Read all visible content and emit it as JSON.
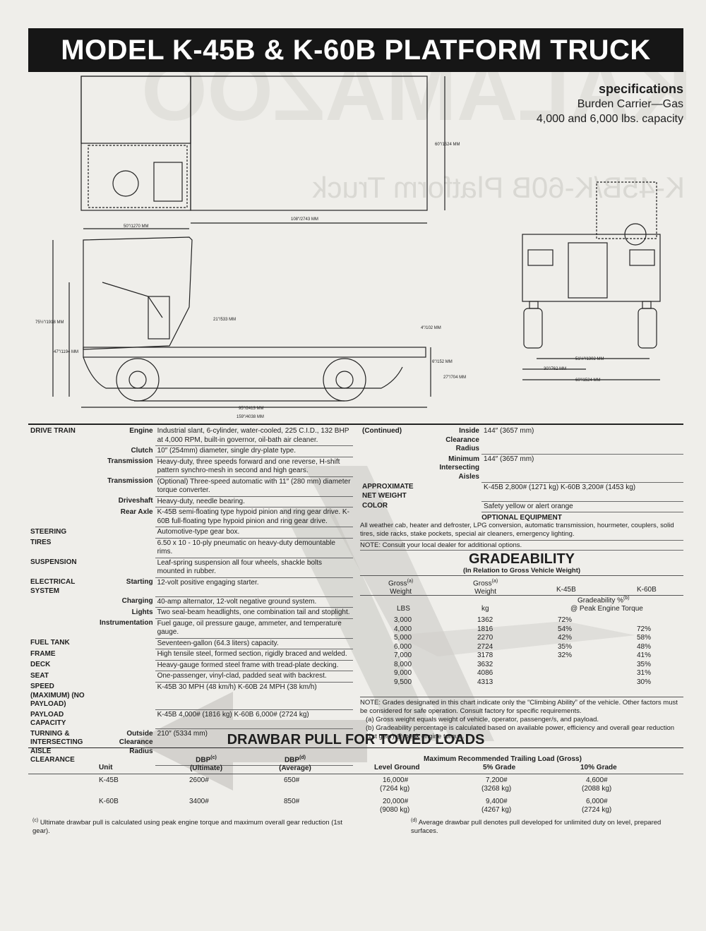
{
  "title": "MODEL K-45B & K-60B PLATFORM TRUCK",
  "specs_header": {
    "heading": "specifications",
    "line1": "Burden Carrier—Gas",
    "line2": "4,000 and 6,000 lbs. capacity"
  },
  "watermark": {
    "logo_text": "KALAMAZOO",
    "mirrored_text": "K-45B/K-60B Platform Truck"
  },
  "diagram": {
    "top_length": "60″/1524 MM",
    "deck_length": "108″/2743 MM",
    "cab_length": "50″/1270 MM",
    "height_overall": "75½″/1918 MM",
    "height_cab": "47″/1194 MM",
    "seat_height": "21″/533 MM",
    "deck_thickness": "4″/102 MM",
    "ground_clear": "6″/152 MM",
    "deck_height": "27″/704 MM",
    "wheelbase": "95″/2413 MM",
    "overall_length": "159″/4038 MM",
    "front_tread1": "51½″/1302 MM",
    "front_tread2": "30″/762 MM",
    "front_width": "60″/1524 MM"
  },
  "left_specs": [
    {
      "cat": "DRIVE TRAIN",
      "sub": "Engine",
      "val": "Industrial slant, 6-cylinder, water-cooled, 225 C.I.D., 132 BHP at 4,000 RPM, built-in governor, oil-bath air cleaner."
    },
    {
      "cat": "",
      "sub": "Clutch",
      "val": "10″ (254mm) diameter, single dry-plate type."
    },
    {
      "cat": "",
      "sub": "Transmission",
      "val": "Heavy-duty, three speeds forward and one reverse, H-shift pattern synchro-mesh in second and high gears."
    },
    {
      "cat": "",
      "sub": "Transmission",
      "val": "(Optional) Three-speed automatic with 11″ (280 mm) diameter torque converter."
    },
    {
      "cat": "",
      "sub": "Driveshaft",
      "val": "Heavy-duty, needle bearing."
    },
    {
      "cat": "",
      "sub": "Rear Axle",
      "val": "K-45B semi-floating type hypoid pinion and ring gear drive. K-60B full-floating type hypoid pinion and ring gear drive."
    },
    {
      "cat": "STEERING",
      "sub": "",
      "val": "Automotive-type gear box."
    },
    {
      "cat": "TIRES",
      "sub": "",
      "val": "6.50 x 10 - 10-ply pneumatic on heavy-duty demountable rims."
    },
    {
      "cat": "SUSPENSION",
      "sub": "",
      "val": "Leaf-spring suspension all four wheels, shackle bolts mounted in rubber."
    },
    {
      "cat": "ELECTRICAL SYSTEM",
      "sub": "Starting",
      "val": "12-volt positive engaging starter."
    },
    {
      "cat": "",
      "sub": "Charging",
      "val": "40-amp alternator, 12-volt negative ground system."
    },
    {
      "cat": "",
      "sub": "Lights",
      "val": "Two seal-beam headlights, one combination tail and stoplight."
    },
    {
      "cat": "",
      "sub": "Instrumentation",
      "val": "Fuel gauge, oil pressure gauge, ammeter, and temperature gauge."
    },
    {
      "cat": "FUEL TANK",
      "sub": "",
      "val": "Seventeen-gallon (64.3 liters) capacity."
    },
    {
      "cat": "FRAME",
      "sub": "",
      "val": "High tensile steel, formed section, rigidly braced and welded."
    },
    {
      "cat": "DECK",
      "sub": "",
      "val": "Heavy-gauge formed steel frame with tread-plate decking."
    },
    {
      "cat": "SEAT",
      "sub": "",
      "val": "One-passenger, vinyl-clad, padded seat with backrest."
    },
    {
      "cat": "SPEED (MAXIMUM) (NO PAYLOAD)",
      "sub": "",
      "val": "K-45B 30 MPH (48 km/h) K-60B 24 MPH (38 km/h)"
    },
    {
      "cat": "PAYLOAD CAPACITY",
      "sub": "",
      "val": "K-45B 4,000# (1816 kg) K-60B 6,000# (2724 kg)"
    },
    {
      "cat": "TURNING & INTERSECTING AISLE CLEARANCE",
      "sub": "Outside Clearance Radius",
      "val": "210″ (5334 mm)"
    }
  ],
  "right_specs": [
    {
      "cat": "(Continued)",
      "sub": "Inside Clearance Radius",
      "val": "144″ (3657 mm)"
    },
    {
      "cat": "",
      "sub": "Minimum Intersecting Aisles",
      "val": "144″ (3657 mm)"
    },
    {
      "cat": "APPROXIMATE NET WEIGHT",
      "sub": "",
      "val": "K-45B 2,800# (1271 kg) K-60B 3,200# (1453 kg)"
    },
    {
      "cat": "COLOR",
      "sub": "",
      "val": "Safety yellow or alert orange"
    }
  ],
  "optional_equipment": {
    "heading": "OPTIONAL EQUIPMENT",
    "text": "All weather cab, heater and defroster, LPG conversion, automatic transmission, hourmeter, couplers, solid tires, side racks, stake pockets, special air cleaners, emergency lighting.",
    "note": "NOTE: Consult your local dealer for additional options."
  },
  "gradeability": {
    "heading": "GRADEABILITY",
    "subheading": "(In Relation to Gross Vehicle Weight)",
    "col_gross_weight": "Gross",
    "col_gross_weight_sup": "(a)",
    "col_weight": "Weight",
    "col_k45b": "K-45B",
    "col_k60b": "K-60B",
    "grade_label": "Gradeability %",
    "grade_sup": "(b)",
    "grade_label2": "@ Peak Engine Torque",
    "unit_lbs": "LBS",
    "unit_kg": "kg",
    "rows": [
      {
        "lbs": "3,000",
        "kg": "1362",
        "k45b": "72%",
        "k60b": ""
      },
      {
        "lbs": "4,000",
        "kg": "1816",
        "k45b": "54%",
        "k60b": "72%"
      },
      {
        "lbs": "5,000",
        "kg": "2270",
        "k45b": "42%",
        "k60b": "58%"
      },
      {
        "lbs": "6,000",
        "kg": "2724",
        "k45b": "35%",
        "k60b": "48%"
      },
      {
        "lbs": "7,000",
        "kg": "3178",
        "k45b": "32%",
        "k60b": "41%"
      },
      {
        "lbs": "8,000",
        "kg": "3632",
        "k45b": "",
        "k60b": "35%"
      },
      {
        "lbs": "9,000",
        "kg": "4086",
        "k45b": "",
        "k60b": "31%"
      },
      {
        "lbs": "9,500",
        "kg": "4313",
        "k45b": "",
        "k60b": "30%"
      }
    ],
    "note": "NOTE: Grades designated in this chart indicate only the “Climbing Ability” of the vehicle. Other factors must be considered for safe operation. Consult factory for specific requirements.",
    "note_a": "(a) Gross weight equals weight of vehicle, operator, passenger/s, and payload.",
    "note_b": "(b) Gradeability percentage is calculated based on available power, efficiency and overall gear reduction (1st gear) @ peak engine torque."
  },
  "drawbar": {
    "heading": "DRAWBAR PULL FOR TOWED LOADS",
    "col_unit": "Unit",
    "col_dbp": "DBP",
    "col_dbp_sup": "(c)",
    "col_dbp_ult": "(Ultimate)",
    "col_dbp2": "DBP",
    "col_dbp2_sup": "(d)",
    "col_dbp_avg": "(Average)",
    "col_max": "Maximum Recommended Trailing Load (Gross)",
    "col_level": "Level Ground",
    "col_5": "5% Grade",
    "col_10": "10% Grade",
    "rows": [
      {
        "unit": "K-45B",
        "ult": "2600#",
        "avg": "650#",
        "level": "16,000#",
        "level_kg": "(7264 kg)",
        "g5": "7,200#",
        "g5_kg": "(3268 kg)",
        "g10": "4,600#",
        "g10_kg": "(2088 kg)"
      },
      {
        "unit": "K-60B",
        "ult": "3400#",
        "avg": "850#",
        "level": "20,000#",
        "level_kg": "(9080 kg)",
        "g5": "9,400#",
        "g5_kg": "(4267 kg)",
        "g10": "6,000#",
        "g10_kg": "(2724 kg)"
      }
    ],
    "foot_c_sup": "(c)",
    "foot_c": "Ultimate drawbar pull is calculated using peak engine torque and maximum overall gear reduction (1st gear).",
    "foot_d_sup": "(d)",
    "foot_d": "Average drawbar pull denotes pull developed for unlimited duty on level, prepared surfaces."
  }
}
